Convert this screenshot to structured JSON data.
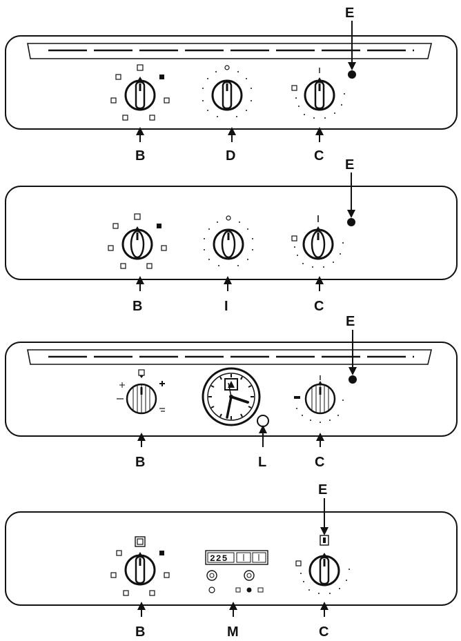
{
  "panels": [
    {
      "callouts": {
        "b": "B",
        "mid": "D",
        "c": "C",
        "e": "E"
      }
    },
    {
      "callouts": {
        "b": "B",
        "mid": "I",
        "c": "C",
        "e": "E"
      }
    },
    {
      "callouts": {
        "b": "B",
        "mid": "L",
        "c": "C",
        "e": "E"
      }
    },
    {
      "callouts": {
        "b": "B",
        "mid": "M",
        "c": "C",
        "e": "E"
      },
      "timer_display": "225"
    }
  ],
  "icons": {
    "callout_arrow": "arrow-up-icon",
    "indicator_light": "indicator-light-icon",
    "knob": "control-knob-icon",
    "clock": "analog-clock-icon"
  }
}
